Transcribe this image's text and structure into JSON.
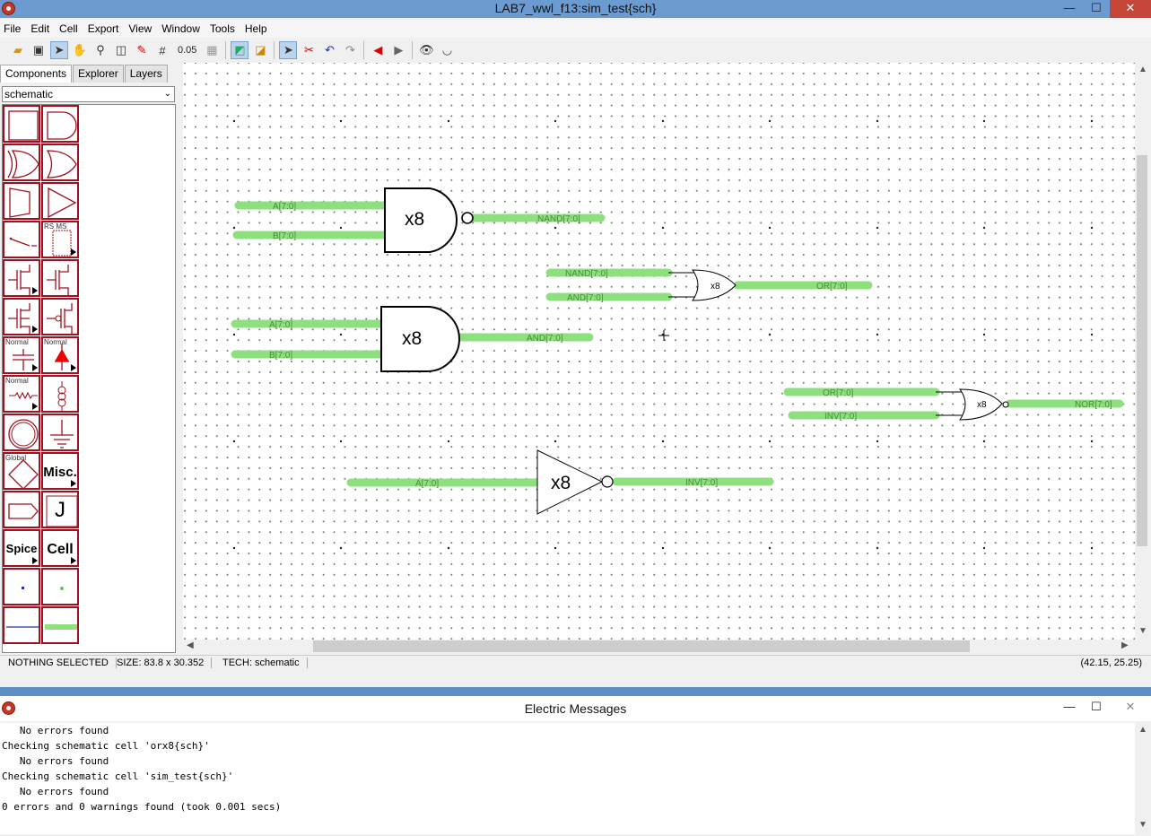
{
  "window": {
    "title": "LAB7_wwl_f13:sim_test{sch}"
  },
  "menu": [
    "File",
    "Edit",
    "Cell",
    "Export",
    "View",
    "Window",
    "Tools",
    "Help"
  ],
  "toolbar": {
    "grid_size": "0.05"
  },
  "tabs": [
    "Components",
    "Explorer",
    "Layers"
  ],
  "tech_select": "schematic",
  "palette": {
    "normal1": "Normal",
    "normal2": "Normal",
    "normal3": "Normal",
    "global": "Global",
    "misc": "Misc.",
    "j": "J",
    "spice": "Spice",
    "cell": "Cell",
    "rsms": "RS MS"
  },
  "schematic": {
    "nand": {
      "label": "x8",
      "in1": "A[7:0]",
      "in2": "B[7:0]",
      "out": "NAND[7:0]"
    },
    "and": {
      "label": "x8",
      "in1": "A[7:0]",
      "in2": "B[7:0]",
      "out": "AND[7:0]"
    },
    "or": {
      "label": "x8",
      "in1": "NAND[7:0]",
      "in2": "AND[7:0]",
      "out": "OR[7:0]"
    },
    "nor": {
      "label": "x8",
      "in1": "OR[7:0]",
      "in2": "INV[7:0]",
      "out": "NOR[7:0]"
    },
    "inv": {
      "label": "x8",
      "in1": "A[7:0]",
      "out": "INV[7:0]"
    }
  },
  "status": {
    "selection": "NOTHING SELECTED",
    "size": "SIZE: 83.8 x 30.352",
    "tech": "TECH: schematic",
    "coords": "(42.15, 25.25)"
  },
  "messages": {
    "title": "Electric Messages",
    "lines": [
      "   No errors found",
      "Checking schematic cell 'orx8{sch}'",
      "   No errors found",
      "Checking schematic cell 'sim_test{sch}'",
      "   No errors found",
      "0 errors and 0 warnings found (took 0.001 secs)"
    ]
  },
  "colors": {
    "bus": "#8ee07f",
    "bus_text": "#4a8a3a",
    "palette_border": "#a01020"
  }
}
